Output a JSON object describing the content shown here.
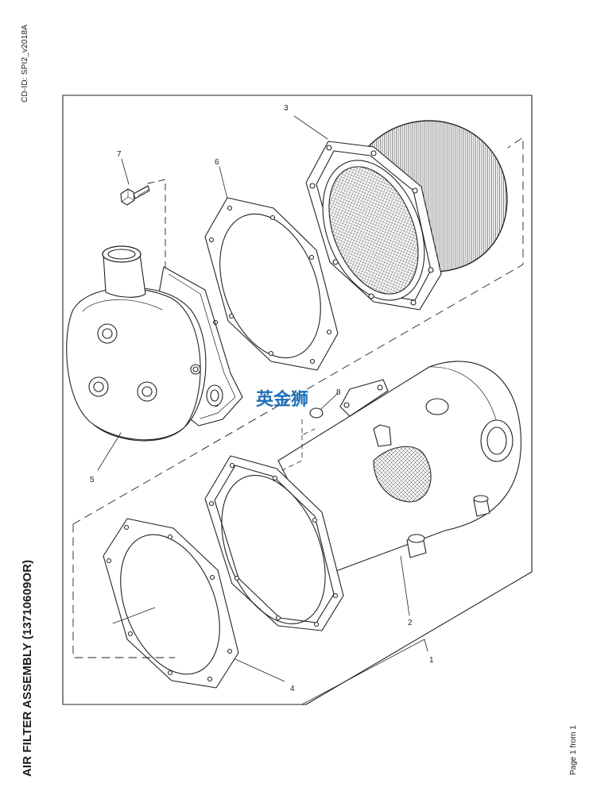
{
  "header": {
    "cd_id": "CD-ID: SPI2_v2018A"
  },
  "title": "AIR FILTER ASSEMBLY (13710609OR)",
  "footer": {
    "page": "Page 1 from 1"
  },
  "watermark": "英金狮",
  "callouts": {
    "c1": "1",
    "c2": "2",
    "c3": "3",
    "c4": "4",
    "c5": "5",
    "c6": "6",
    "c7": "7",
    "c8": "8"
  },
  "colors": {
    "line": "#222222",
    "watermark": "#1f6fb8",
    "background": "#ffffff"
  }
}
